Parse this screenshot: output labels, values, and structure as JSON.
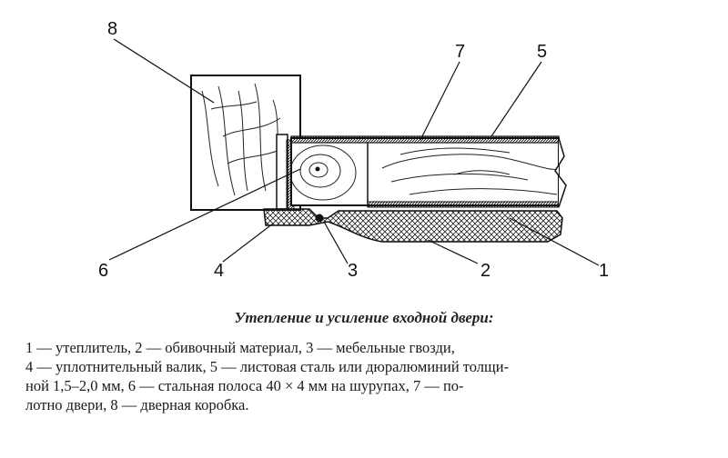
{
  "diagram": {
    "callouts": [
      "1",
      "2",
      "3",
      "4",
      "5",
      "6",
      "7",
      "8"
    ]
  },
  "caption": {
    "title": "Утепление и усиление входной двери:",
    "lines": [
      "1 — утеплитель, 2 — обивочный материал, 3 — мебельные гвозди,",
      "4 — уплотнительный валик, 5 — листовая сталь или дюралюминий толщи-",
      "ной 1,5–2,0 мм, 6 — стальная полоса 40 × 4 мм на шурупах, 7 — по-",
      "лотно двери, 8 — дверная коробка."
    ]
  }
}
